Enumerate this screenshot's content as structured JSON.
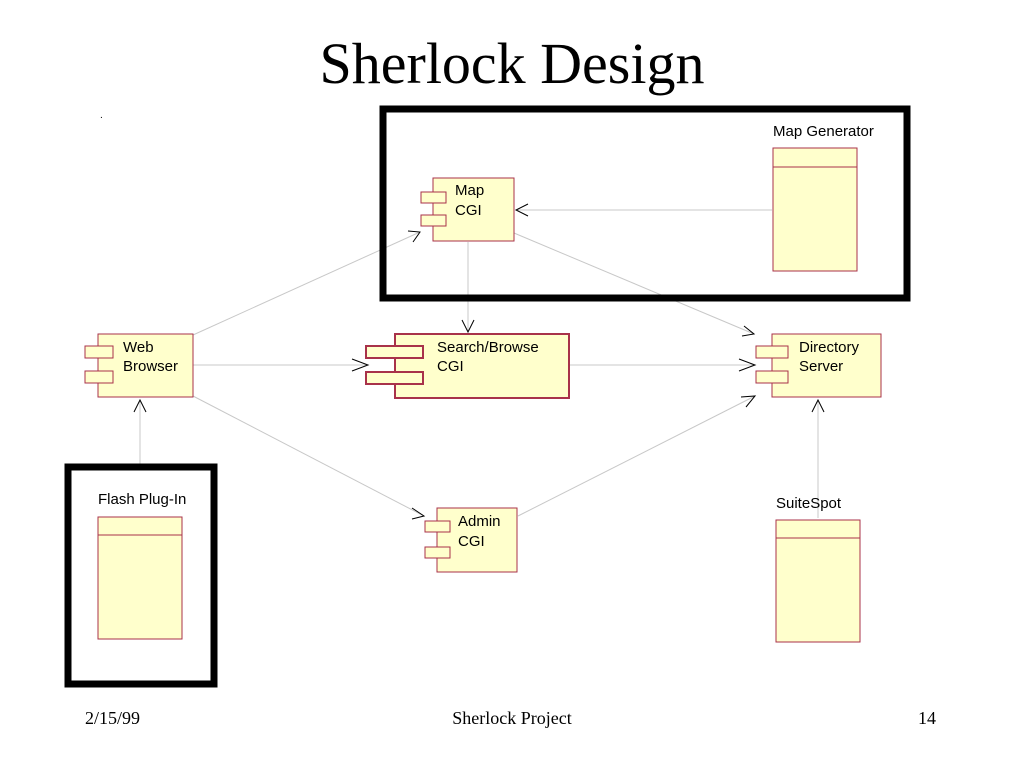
{
  "slide": {
    "title": "Sherlock Design",
    "stray_mark": "."
  },
  "diagram": {
    "packages": {
      "map_generator": "Map Generator",
      "flash_plugin": "Flash Plug-In",
      "suitespot": "SuiteSpot"
    },
    "components": {
      "map_cgi": [
        "Map",
        "CGI"
      ],
      "web_browser": [
        "Web",
        "Browser"
      ],
      "search_browse_cgi": [
        "Search/Browse",
        "CGI"
      ],
      "directory_server": [
        "Directory",
        "Server"
      ],
      "admin_cgi": [
        "Admin",
        "CGI"
      ]
    },
    "colors": {
      "box_fill": "#ffffcc",
      "box_stroke": "#a8324a",
      "line": "#c8c8c8",
      "frame": "#000000"
    }
  },
  "footer": {
    "date": "2/15/99",
    "project": "Sherlock Project",
    "page": "14"
  }
}
